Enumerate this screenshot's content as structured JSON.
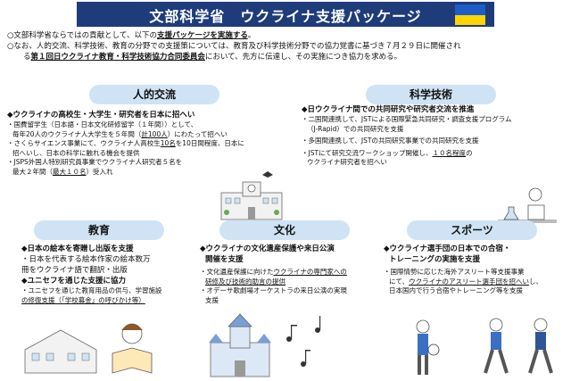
{
  "header": {
    "title": "文部科学省　ウクライナ支援パッケージ"
  },
  "intro": {
    "line1_a": "○文部科学省ならではの貢献として、以下の",
    "line1_b": "支援パッケージを実施する",
    "line1_c": "。",
    "line2_a": "○なお、人的交流、科学技術、教育の分野での支援策については、教育及び科学技術分野での協力覚書に基づき７月２９日に開催され",
    "line3_a": "る",
    "line3_b": "第１回日ウクライナ教育・科学技術協力合同委員会",
    "line3_c": "において、先方に伝達し、その実施につき協力を求める。"
  },
  "sections": {
    "human": {
      "title": "人的交流",
      "headline": "◆ウクライナの高校生・大学生・研究者を日本に招へい",
      "b1_a": "・国費留学生（日本語・日本文化研修留学（１年間））として、",
      "b1_b": "毎年20人のウクライナ人大学生を５年間（",
      "b1_u": "計100人",
      "b1_c": "）にわたって招へい",
      "b2_a": "・さくらサイエンス事業にて、ウクライナ人高校生",
      "b2_u": "10名",
      "b2_b": "を10日間程度、日本に",
      "b2_c": "招へいし、日本の科学に触れる機会を提供",
      "b3_a": "・JSPS外国人特別研究員事業でウクライナ人研究者５名を",
      "b3_b": "最大２年間（",
      "b3_u": "最大１０名",
      "b3_c": "）受入れ"
    },
    "science": {
      "title": "科学技術",
      "headline": "◆日ウクライナ間での共同研究や研究者交流を推進",
      "b1_a": "・二国間連携して、JSTによる国際緊急共同研究・調査支援プログラム",
      "b1_b": "（J-Rapid）での共同研究を支援",
      "b2": "・多国間連携して、JSTの共同研究事業での共同研究を支援",
      "b3_a": "・JSTにて研究交流ワークショップ開催し、",
      "b3_u": "１０名程度",
      "b3_b": "の",
      "b3_c": "ウクライナ研究者を招へい"
    },
    "education": {
      "title": "教育",
      "h1": "◆日本の絵本を寄贈し出版を支援",
      "t1_a": "・日本を代表する絵本作家の絵本数万",
      "t1_b": "冊をウクライナ語で翻訳・出版",
      "h2": "◆ユニセフを通じた支援に協力",
      "t2_a": "・ユニセフを通じた教育用品の供与、学習施設",
      "t2_b": "の修復支援（「学校募金」の呼びかけ等）"
    },
    "culture": {
      "title": "文化",
      "h1_a": "◆ウクライナの文化遺産保護や来日公演",
      "h1_b": "開催を支援",
      "t1_a": "・文化遺産保護に向けた",
      "t1_u1": "ウクライナの専門家への",
      "t1_u2": "研修及び技術的助言の提供",
      "t2_a": "・オデーサ歌劇場オーケストラの来日公演の実現",
      "t2_b": "支援"
    },
    "sports": {
      "title": "スポーツ",
      "h1_a": "◆ウクライナ選手団の日本での合宿・",
      "h1_b": "トレーニングの実施を支援",
      "t1_a": "・国際情勢に応じた海外アスリート等支援事業",
      "t1_b": "にて、",
      "t1_u": "ウクライナのアスリート選手団を招へい",
      "t1_c": "し、",
      "t1_d": "日本国内で行う合宿やトレーニング等を支援"
    }
  },
  "colors": {
    "header": "#1f3c7a",
    "pill": "#cfe3f4",
    "ua_blue": "#1e5cc8",
    "ua_yellow": "#ffd500",
    "jp_red": "#c8102e"
  },
  "icons": [
    "japan-flag-icon",
    "ukraine-flag-icon",
    "music-note-icon"
  ]
}
